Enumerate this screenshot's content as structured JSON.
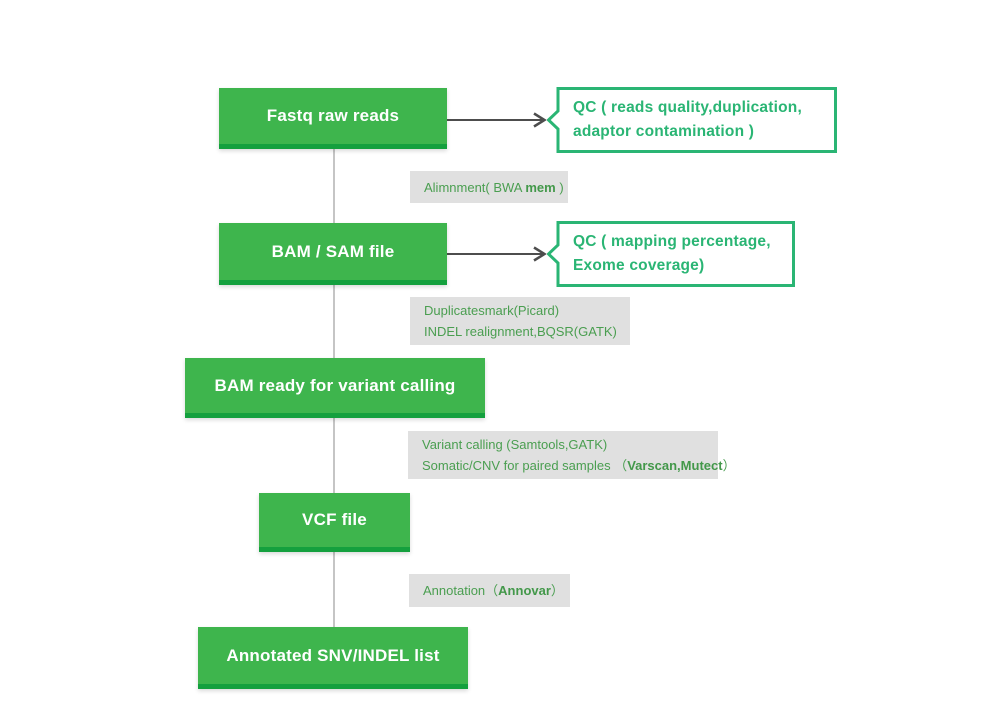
{
  "palette": {
    "flow_box_fill": "#3eb54d",
    "flow_box_bottom_edge": "#14a03e",
    "flow_box_text": "#ffffff",
    "qc_border_and_text": "#2ab574",
    "step_label_background": "#e0e0e0",
    "step_label_text": "#4a9e50",
    "arrow": "#4d4d4d",
    "vertical_line": "#c5c5c5",
    "page_background": "#ffffff"
  },
  "flow_boxes": [
    {
      "label": "Fastq raw reads"
    },
    {
      "label": "BAM / SAM file"
    },
    {
      "label": "BAM ready for variant calling"
    },
    {
      "label": "VCF file"
    },
    {
      "label": "Annotated SNV/INDEL list"
    }
  ],
  "qc_boxes": [
    {
      "line1": "QC ( reads quality,duplication,",
      "line2": "adaptor contamination )"
    },
    {
      "line1": "QC ( mapping percentage,",
      "line2": "Exome coverage)"
    }
  ],
  "step_labels": [
    {
      "prefix": "Alimnment( BWA ",
      "bold": "mem",
      "suffix": " )"
    },
    {
      "line1": "Duplicatesmark(Picard)",
      "line2": "INDEL realignment,BQSR(GATK)"
    },
    {
      "line1": "Variant calling (Samtools,GATK)",
      "line2_prefix": "Somatic/CNV for paired samples （",
      "line2_bold": "Varscan,Mutect",
      "line2_suffix": "）"
    },
    {
      "prefix": "Annotation（",
      "bold": "Annovar",
      "suffix": "）"
    }
  ]
}
